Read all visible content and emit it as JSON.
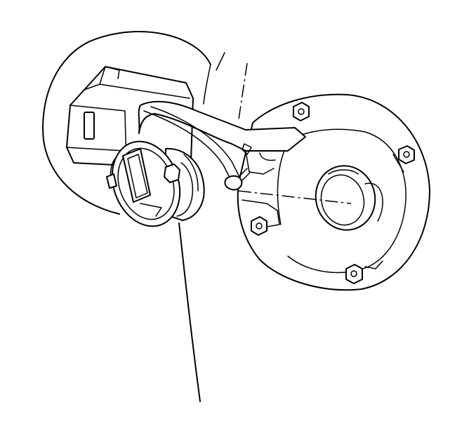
{
  "diagram": {
    "parts": [
      {
        "name": "fuel-door-recess"
      },
      {
        "name": "fuel-filler-cap"
      },
      {
        "name": "cap-tether"
      },
      {
        "name": "filler-neck-housing"
      },
      {
        "name": "mounting-bolt",
        "count": 4
      },
      {
        "name": "filler-neck-opening"
      },
      {
        "name": "retaining-pin"
      }
    ],
    "colors": {
      "line": "#000000",
      "background": "#ffffff"
    }
  }
}
